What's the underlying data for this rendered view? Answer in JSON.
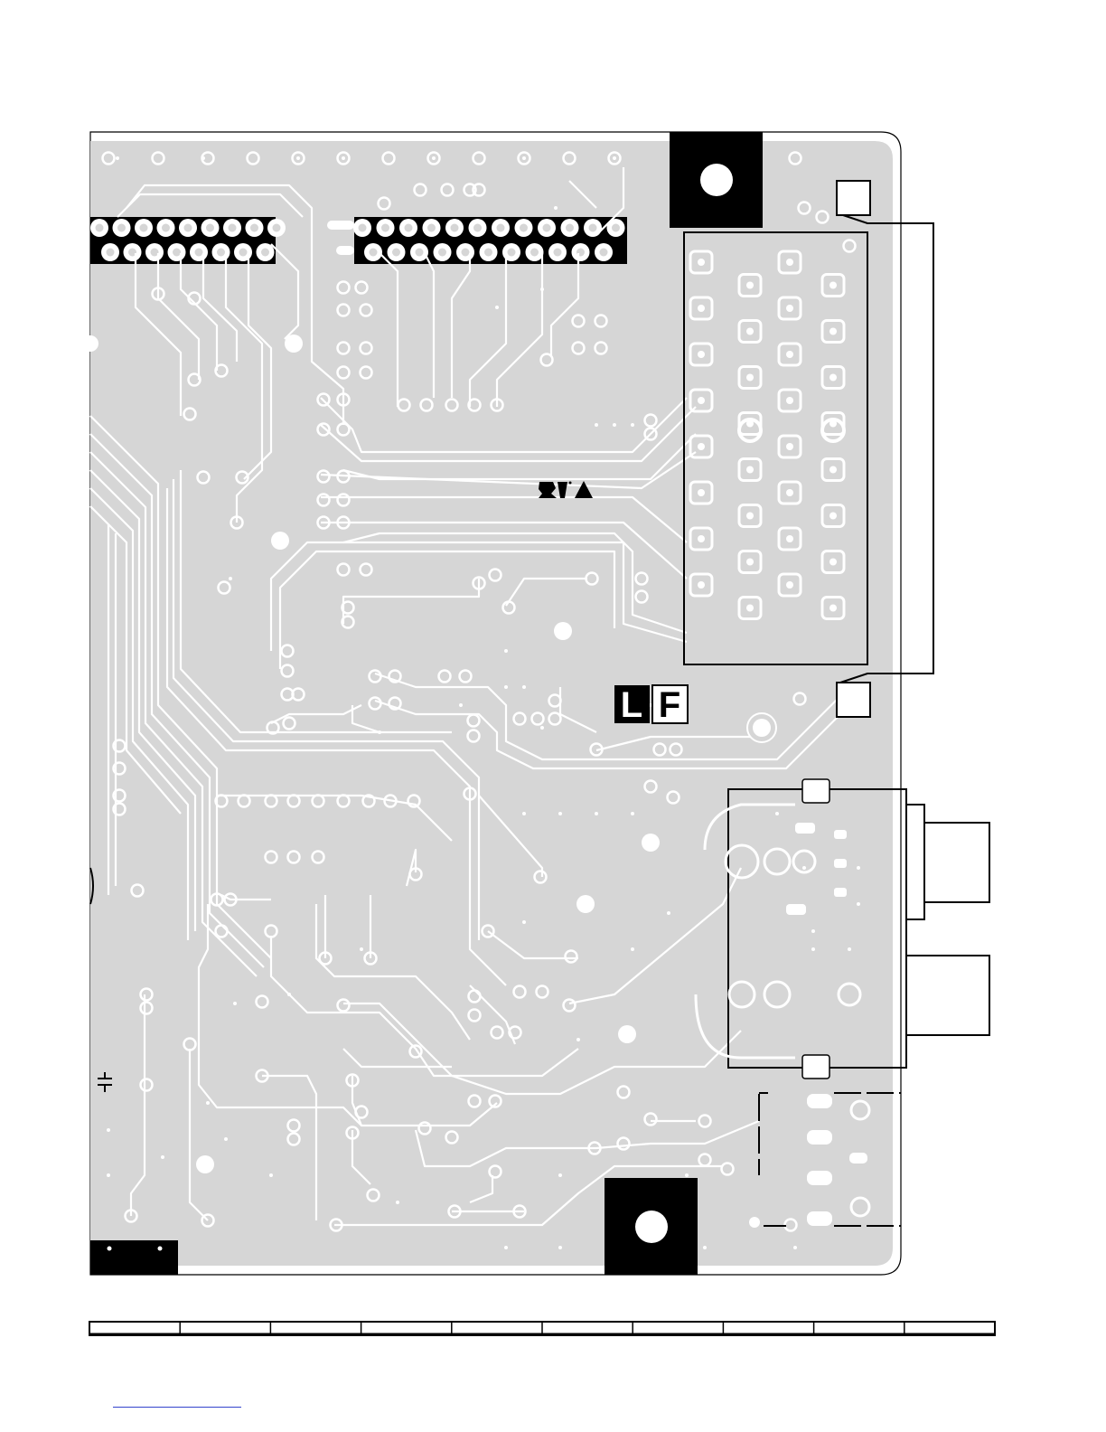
{
  "document": {
    "type": "pcb-copper-layout",
    "side": "solder-side"
  },
  "markings": {
    "left_letter": "L",
    "right_letter": "F",
    "ul_logo_icon": "ul-recognized-logo-icon",
    "warning_icon": "warning-triangle-icon"
  },
  "colors": {
    "board": "#d6d6d6",
    "trace": "#ffffff",
    "outline": "#000000",
    "mounting_block": "#000000"
  },
  "footer": {
    "scale_divisions": 10
  }
}
